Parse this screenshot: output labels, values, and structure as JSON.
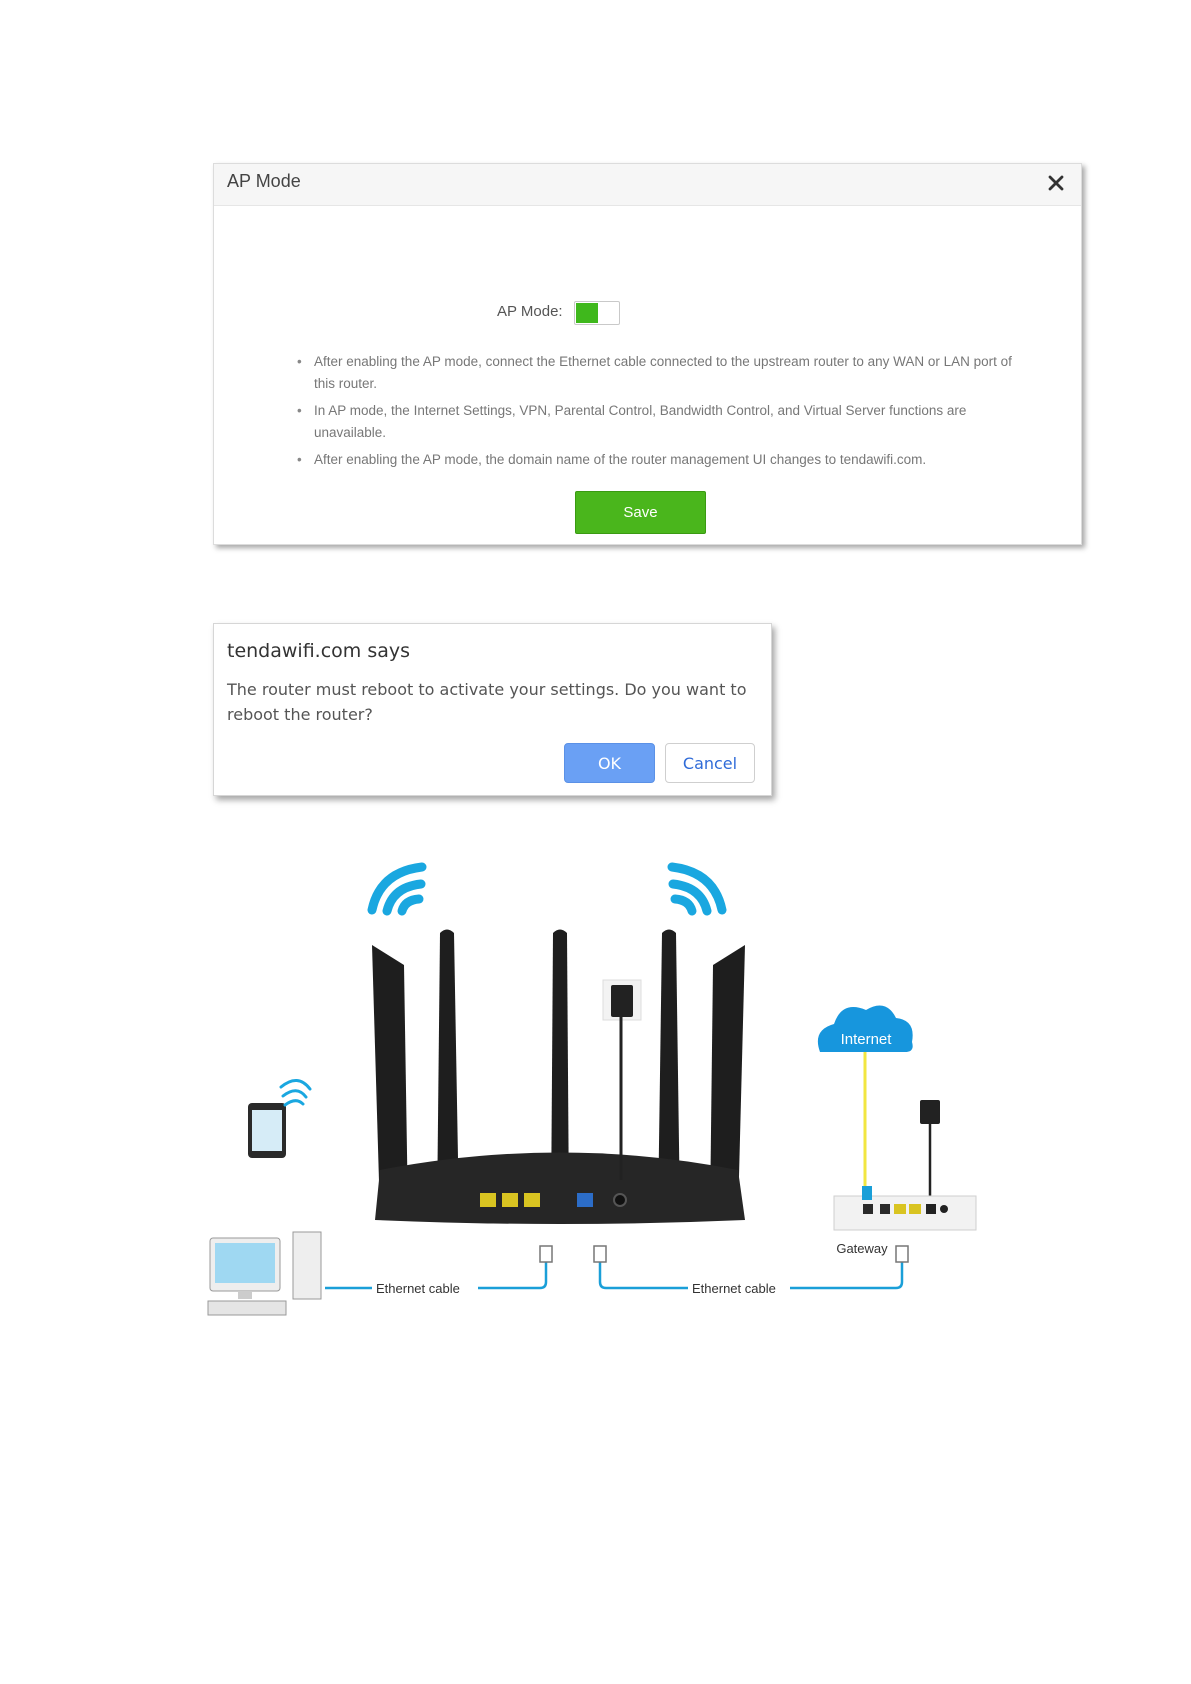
{
  "ap_panel": {
    "title": "AP Mode",
    "toggle_label": "AP Mode:",
    "toggle_on": true,
    "notes": [
      "After enabling the AP mode, connect the Ethernet cable connected to the upstream router to any WAN or LAN port of this router.",
      "In AP mode, the Internet Settings, VPN, Parental Control, Bandwidth Control, and Virtual Server functions are unavailable.",
      "After enabling the AP mode, the domain name of the router management UI changes to tendawifi.com."
    ],
    "save_label": "Save",
    "accent_color": "#4ab61c"
  },
  "dialog": {
    "title": "tendawifi.com says",
    "message": "The router must reboot to activate your settings. Do you want to reboot the router?",
    "ok_label": "OK",
    "cancel_label": "Cancel"
  },
  "diagram": {
    "internet_label": "Internet",
    "gateway_label": "Gateway",
    "cable_left_label": "Ethernet cable",
    "cable_right_label": "Ethernet cable",
    "cable_color": "#1a9fd8",
    "internet_line_color": "#f2e640"
  }
}
